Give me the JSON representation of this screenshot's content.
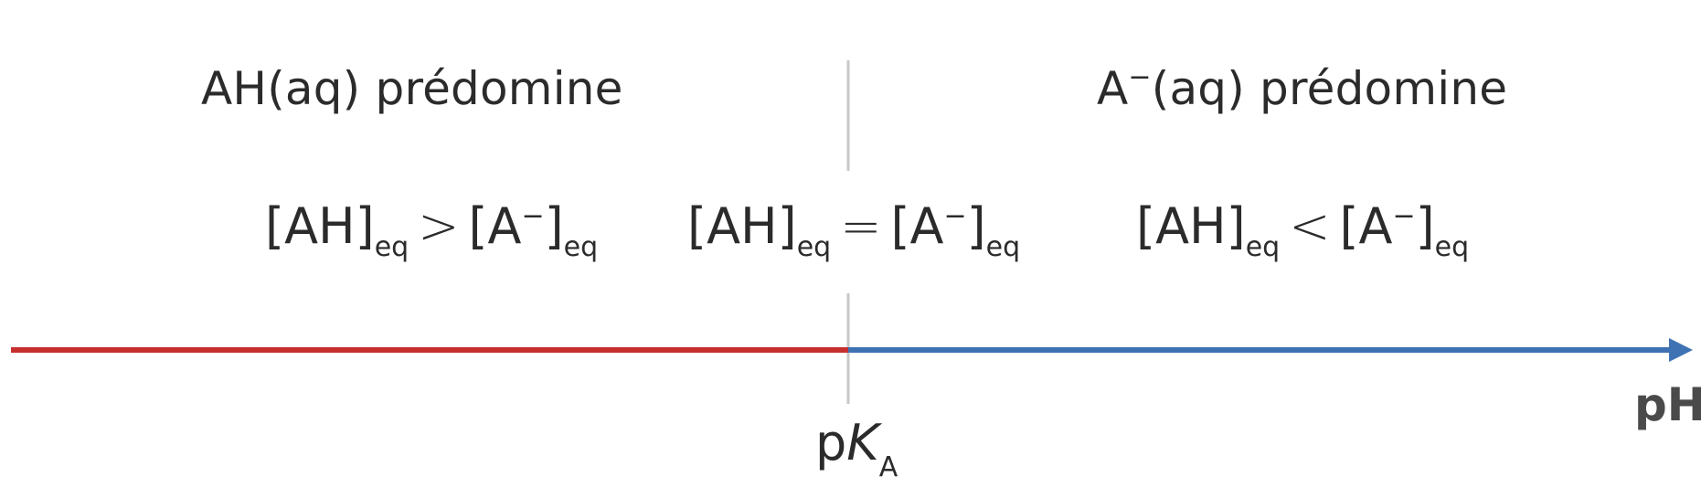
{
  "regions": {
    "left": {
      "species": "AH(aq)",
      "word": "prédomine",
      "relation": {
        "lhs": "[AH]",
        "lhs_sub": "eq",
        "op": ">",
        "rhs_open": "[A",
        "rhs_sup": "−",
        "rhs_close": "]",
        "rhs_sub": "eq"
      },
      "line_color": "#c62f2f"
    },
    "center": {
      "relation": {
        "lhs": "[AH]",
        "lhs_sub": "eq",
        "op": "=",
        "rhs_open": "[A",
        "rhs_sup": "−",
        "rhs_close": "]",
        "rhs_sub": "eq"
      }
    },
    "right": {
      "species_base": "A",
      "species_sup": "−",
      "species_rest": "(aq)",
      "word": "prédomine",
      "relation": {
        "lhs": "[AH]",
        "lhs_sub": "eq",
        "op": "<",
        "rhs_open": "[A",
        "rhs_sup": "−",
        "rhs_close": "]",
        "rhs_sub": "eq"
      },
      "line_color": "#3f72b3"
    }
  },
  "pka": {
    "p": "p",
    "k": "K",
    "sub": "A"
  },
  "axis": {
    "name": "pH"
  },
  "colors": {
    "divider": "#c8c8c8",
    "text": "#2b2b2b"
  }
}
